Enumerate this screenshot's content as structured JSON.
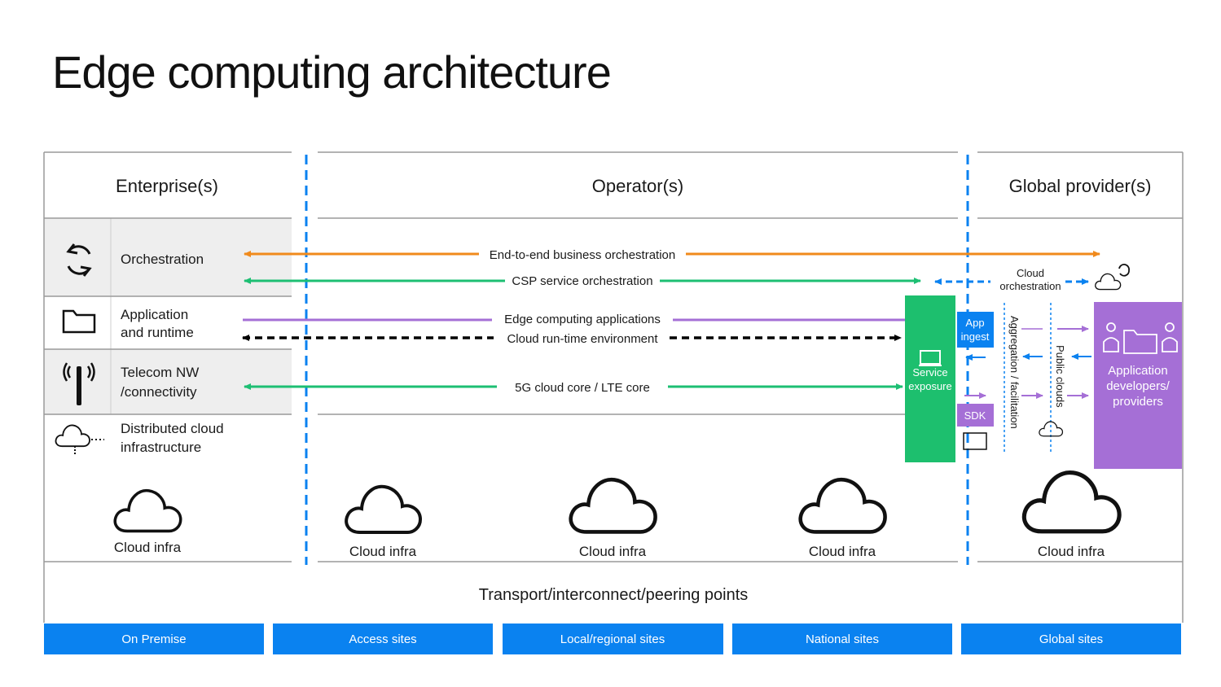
{
  "title": "Edge computing architecture",
  "columns": {
    "enterprise": "Enterprise(s)",
    "operator": "Operator(s)",
    "global": "Global provider(s)"
  },
  "rows": {
    "orchestration": "Orchestration",
    "app_runtime_1": "Application",
    "app_runtime_2": "and runtime",
    "telecom_1": "Telecom NW",
    "telecom_2": "/connectivity",
    "distributed_1": "Distributed cloud",
    "distributed_2": "infrastructure"
  },
  "flows": {
    "e2e": "End-to-end business orchestration",
    "csp": "CSP service orchestration",
    "edge_apps": "Edge computing applications",
    "runtime": "Cloud run-time environment",
    "core": "5G cloud core / LTE core",
    "cloud_orch_1": "Cloud",
    "cloud_orch_2": "orchestration"
  },
  "boxes": {
    "service_exposure_1": "Service",
    "service_exposure_2": "exposure",
    "app_ingest_1": "App",
    "app_ingest_2": "ingest",
    "sdk": "SDK",
    "aggregation": "Aggregation / facilitation",
    "public_clouds": "Public clouds",
    "developers_1": "Application",
    "developers_2": "developers/",
    "developers_3": "providers"
  },
  "cloud_label": "Cloud infra",
  "transport": "Transport/interconnect/peering points",
  "sites": [
    "On Premise",
    "Access sites",
    "Local/regional sites",
    "National sites",
    "Global sites"
  ],
  "colors": {
    "orange": "#f08a1c",
    "green": "#1dbf73",
    "purple": "#a56fd6",
    "blue": "#0a82f0",
    "service_green": "#1dbf6e",
    "row_gray": "#eeeeee"
  },
  "icons": [
    "refresh-icon",
    "folder-icon",
    "antenna-icon",
    "cloud-network-icon",
    "cloud-icon",
    "monitor-icon",
    "user-icon"
  ]
}
